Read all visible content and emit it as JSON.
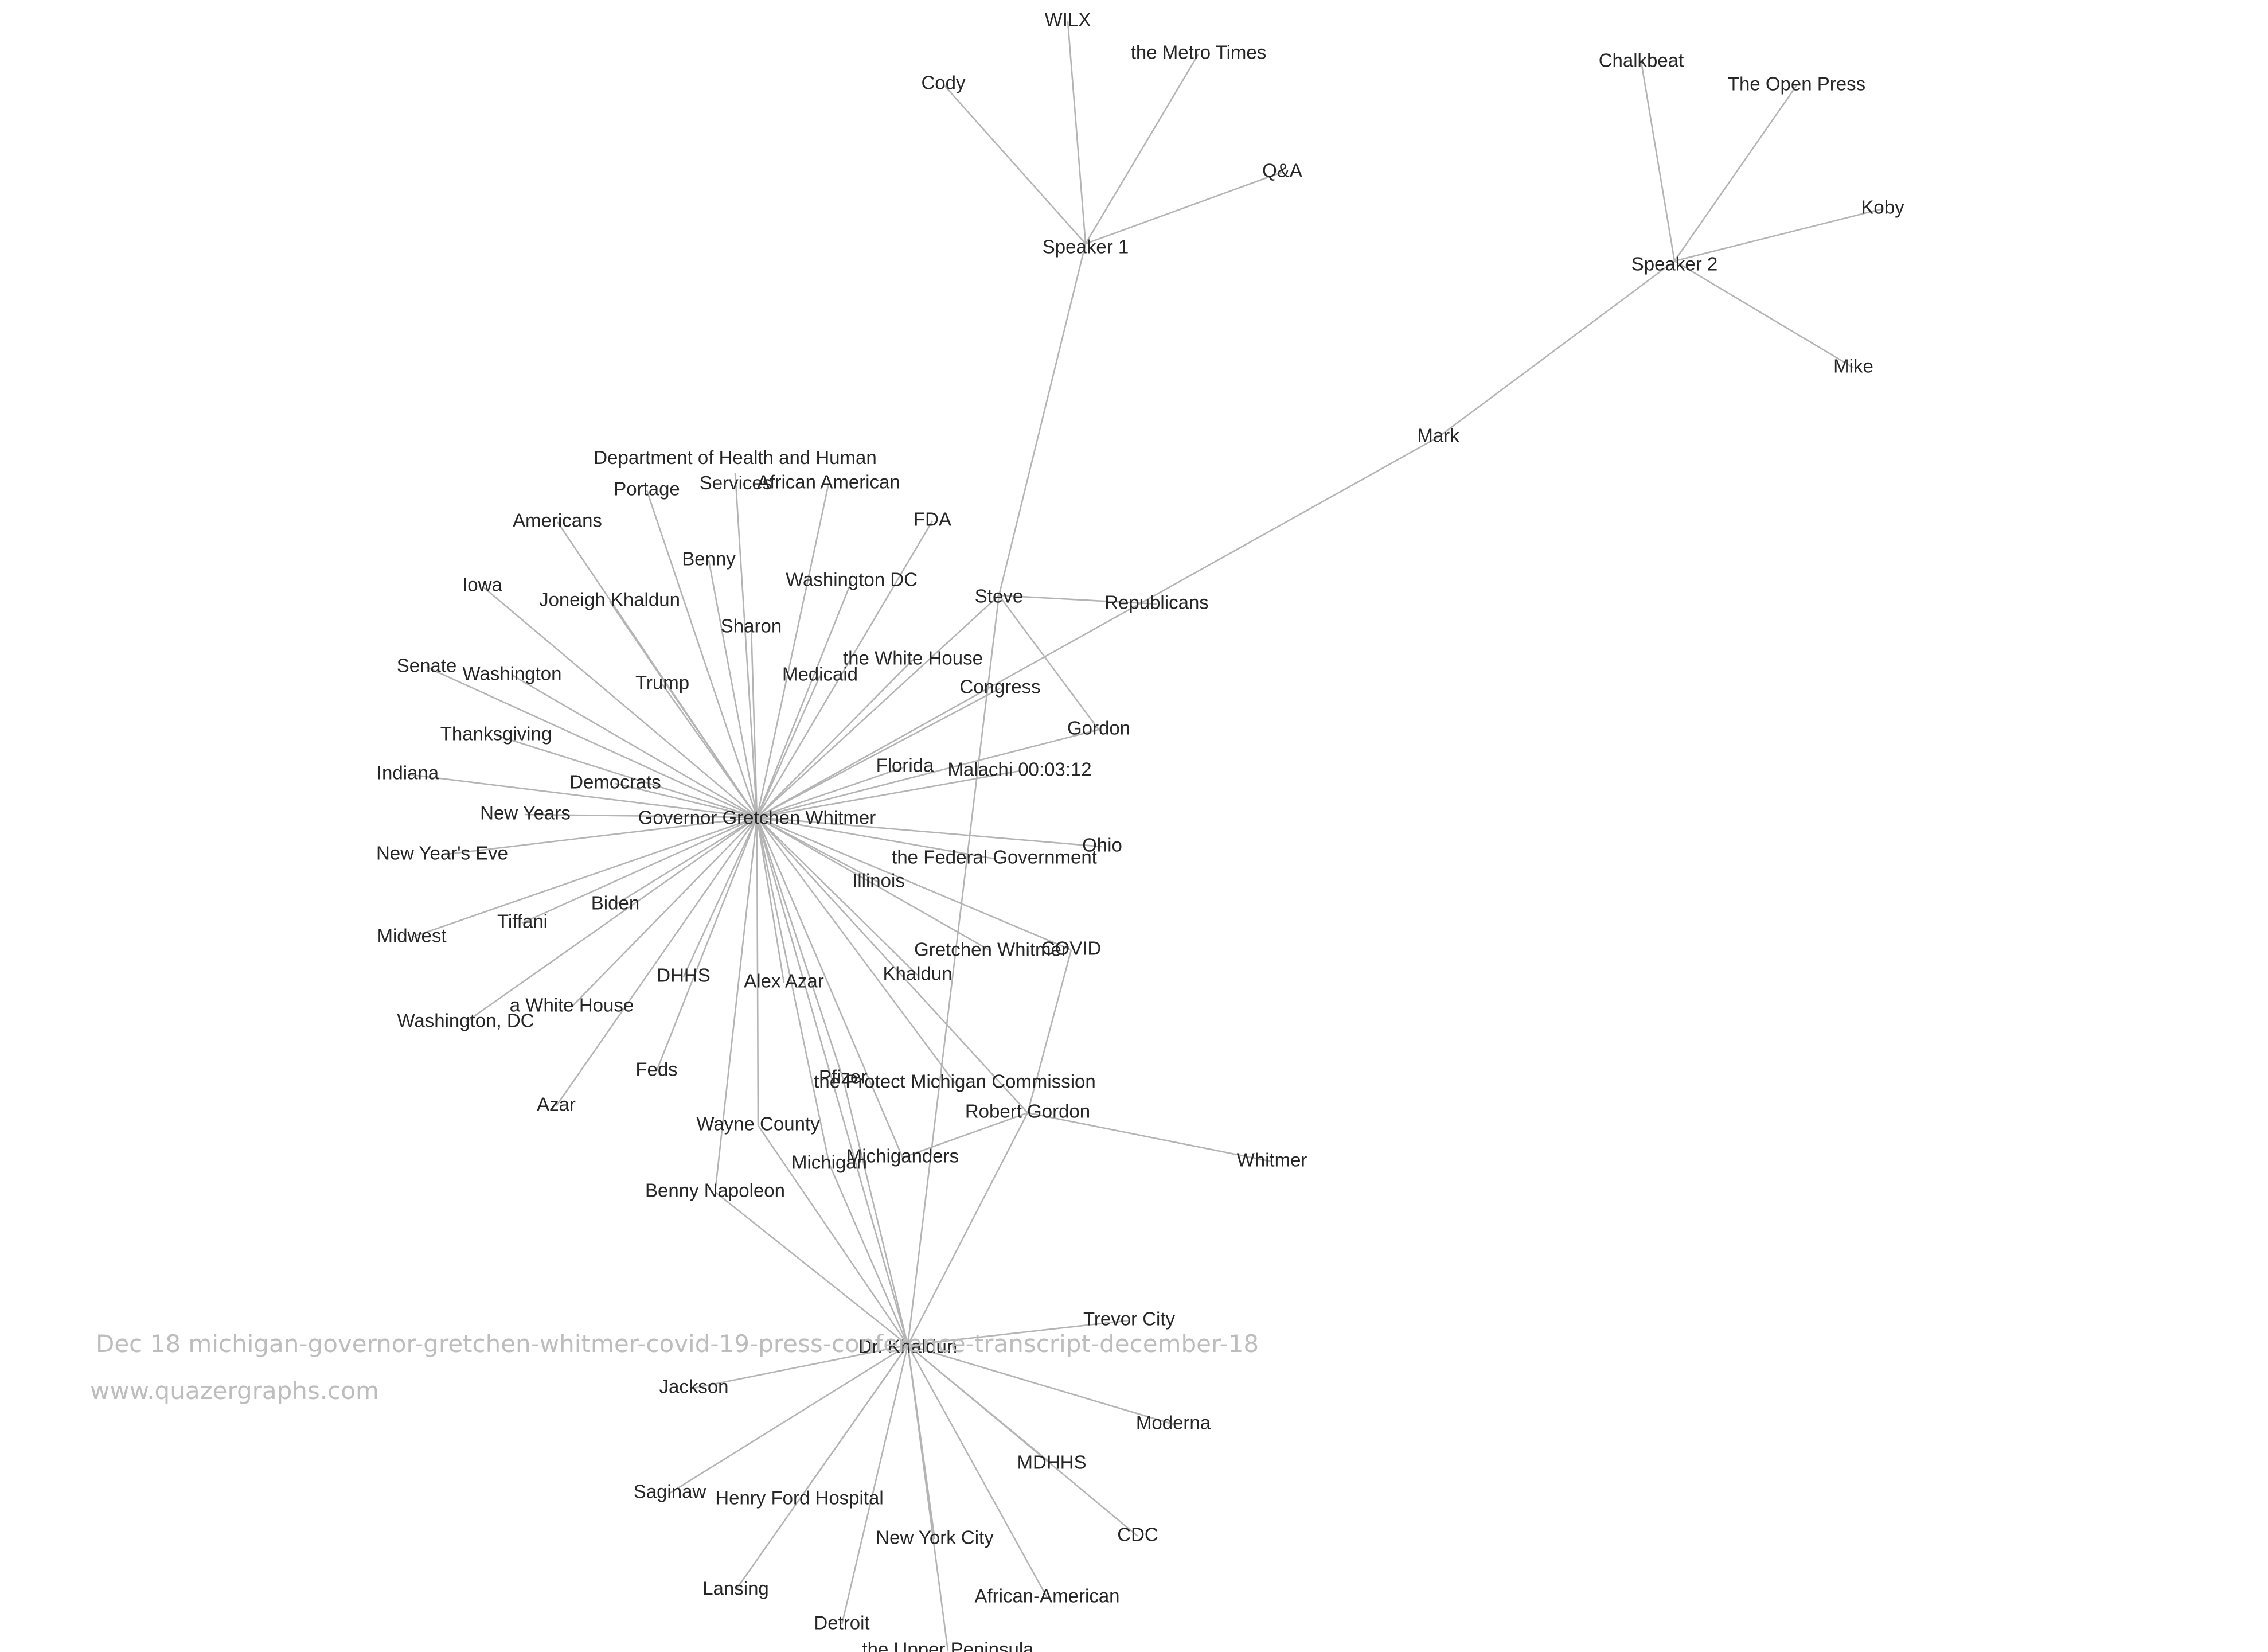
{
  "caption": "Dec 18 michigan-governor-gretchen-whitmer-covid-19-press-conference-transcript-december-18",
  "site": "www.quazergraphs.com",
  "colors": {
    "edge": "#b4b4b4",
    "label": "#262626",
    "watermark": "#bdbdbd",
    "background": "#ffffff"
  },
  "nodes": [
    {
      "id": "gov",
      "label": "Governor Gretchen Whitmer"
    },
    {
      "id": "khaldun",
      "label": "Dr. Khaldun"
    },
    {
      "id": "sp1",
      "label": "Speaker 1"
    },
    {
      "id": "sp2",
      "label": "Speaker 2"
    },
    {
      "id": "steve",
      "label": "Steve"
    },
    {
      "id": "mark",
      "label": "Mark"
    },
    {
      "id": "robert",
      "label": "Robert Gordon"
    },
    {
      "id": "wilx",
      "label": "WILX"
    },
    {
      "id": "metro",
      "label": "the Metro Times"
    },
    {
      "id": "cody",
      "label": "Cody"
    },
    {
      "id": "qa",
      "label": "Q&A"
    },
    {
      "id": "chalkbeat",
      "label": "Chalkbeat"
    },
    {
      "id": "openpress",
      "label": "The Open Press"
    },
    {
      "id": "koby",
      "label": "Koby"
    },
    {
      "id": "mike",
      "label": "Mike"
    },
    {
      "id": "republicans",
      "label": "Republicans"
    },
    {
      "id": "gordon",
      "label": "Gordon"
    },
    {
      "id": "congress",
      "label": "Congress"
    },
    {
      "id": "dhhs_full",
      "label": "Department of Health and Human Services"
    },
    {
      "id": "portage",
      "label": "Portage"
    },
    {
      "id": "afam",
      "label": "African American"
    },
    {
      "id": "fda",
      "label": "FDA"
    },
    {
      "id": "americans",
      "label": "Americans"
    },
    {
      "id": "benny",
      "label": "Benny"
    },
    {
      "id": "wdc",
      "label": "Washington DC"
    },
    {
      "id": "iowa",
      "label": "Iowa"
    },
    {
      "id": "joneigh",
      "label": "Joneigh Khaldun"
    },
    {
      "id": "sharon",
      "label": "Sharon"
    },
    {
      "id": "whitehouse",
      "label": "the White House"
    },
    {
      "id": "senate",
      "label": "Senate"
    },
    {
      "id": "washington",
      "label": "Washington"
    },
    {
      "id": "trump",
      "label": "Trump"
    },
    {
      "id": "medicaid",
      "label": "Medicaid"
    },
    {
      "id": "thanksgiving",
      "label": "Thanksgiving"
    },
    {
      "id": "indiana",
      "label": "Indiana"
    },
    {
      "id": "democrats",
      "label": "Democrats"
    },
    {
      "id": "florida",
      "label": "Florida"
    },
    {
      "id": "malachi",
      "label": "Malachi 00:03:12"
    },
    {
      "id": "newyears",
      "label": "New Years"
    },
    {
      "id": "nye",
      "label": "New Year's Eve"
    },
    {
      "id": "ohio",
      "label": "Ohio"
    },
    {
      "id": "fedgov",
      "label": "the Federal Government"
    },
    {
      "id": "illinois",
      "label": "Illinois"
    },
    {
      "id": "midwest",
      "label": "Midwest"
    },
    {
      "id": "tiffani",
      "label": "Tiffani"
    },
    {
      "id": "biden",
      "label": "Biden"
    },
    {
      "id": "covid",
      "label": "COVID"
    },
    {
      "id": "gretchen",
      "label": "Gretchen Whitmer"
    },
    {
      "id": "khaldun2",
      "label": "Khaldun"
    },
    {
      "id": "dhhs",
      "label": "DHHS"
    },
    {
      "id": "alexazar",
      "label": "Alex Azar"
    },
    {
      "id": "awh",
      "label": "a White House"
    },
    {
      "id": "washdc2",
      "label": "Washington, DC"
    },
    {
      "id": "feds",
      "label": "Feds"
    },
    {
      "id": "azar",
      "label": "Azar"
    },
    {
      "id": "pfizer",
      "label": "Pfizer"
    },
    {
      "id": "pmc",
      "label": "the Protect Michigan Commission"
    },
    {
      "id": "wayne",
      "label": "Wayne County"
    },
    {
      "id": "michigan",
      "label": "Michigan"
    },
    {
      "id": "michiganders",
      "label": "Michiganders"
    },
    {
      "id": "whitmer",
      "label": "Whitmer"
    },
    {
      "id": "bennynap",
      "label": "Benny Napoleon"
    },
    {
      "id": "trevor",
      "label": "Trevor City"
    },
    {
      "id": "jackson",
      "label": "Jackson"
    },
    {
      "id": "moderna",
      "label": "Moderna"
    },
    {
      "id": "mdhhs",
      "label": "MDHHS"
    },
    {
      "id": "saginaw",
      "label": "Saginaw"
    },
    {
      "id": "hfh",
      "label": "Henry Ford Hospital"
    },
    {
      "id": "cdc",
      "label": "CDC"
    },
    {
      "id": "nyc",
      "label": "New York City"
    },
    {
      "id": "lansing",
      "label": "Lansing"
    },
    {
      "id": "afam2",
      "label": "African-American"
    },
    {
      "id": "detroit",
      "label": "Detroit"
    },
    {
      "id": "up",
      "label": "the Upper Peninsula"
    }
  ],
  "edges": [
    [
      "sp1",
      "wilx"
    ],
    [
      "sp1",
      "metro"
    ],
    [
      "sp1",
      "cody"
    ],
    [
      "sp1",
      "qa"
    ],
    [
      "sp1",
      "steve"
    ],
    [
      "sp2",
      "chalkbeat"
    ],
    [
      "sp2",
      "openpress"
    ],
    [
      "sp2",
      "koby"
    ],
    [
      "sp2",
      "mike"
    ],
    [
      "sp2",
      "mark"
    ],
    [
      "mark",
      "gov"
    ],
    [
      "steve",
      "republicans"
    ],
    [
      "steve",
      "gordon"
    ],
    [
      "steve",
      "gov"
    ],
    [
      "steve",
      "khaldun"
    ],
    [
      "gov",
      "dhhs_full"
    ],
    [
      "gov",
      "portage"
    ],
    [
      "gov",
      "afam"
    ],
    [
      "gov",
      "fda"
    ],
    [
      "gov",
      "americans"
    ],
    [
      "gov",
      "benny"
    ],
    [
      "gov",
      "wdc"
    ],
    [
      "gov",
      "iowa"
    ],
    [
      "gov",
      "joneigh"
    ],
    [
      "gov",
      "sharon"
    ],
    [
      "gov",
      "whitehouse"
    ],
    [
      "gov",
      "senate"
    ],
    [
      "gov",
      "washington"
    ],
    [
      "gov",
      "trump"
    ],
    [
      "gov",
      "medicaid"
    ],
    [
      "gov",
      "congress"
    ],
    [
      "gov",
      "gordon"
    ],
    [
      "gov",
      "thanksgiving"
    ],
    [
      "gov",
      "indiana"
    ],
    [
      "gov",
      "democrats"
    ],
    [
      "gov",
      "florida"
    ],
    [
      "gov",
      "malachi"
    ],
    [
      "gov",
      "newyears"
    ],
    [
      "gov",
      "nye"
    ],
    [
      "gov",
      "ohio"
    ],
    [
      "gov",
      "fedgov"
    ],
    [
      "gov",
      "illinois"
    ],
    [
      "gov",
      "midwest"
    ],
    [
      "gov",
      "tiffani"
    ],
    [
      "gov",
      "biden"
    ],
    [
      "gov",
      "covid"
    ],
    [
      "gov",
      "gretchen"
    ],
    [
      "gov",
      "khaldun2"
    ],
    [
      "gov",
      "dhhs"
    ],
    [
      "gov",
      "alexazar"
    ],
    [
      "gov",
      "awh"
    ],
    [
      "gov",
      "washdc2"
    ],
    [
      "gov",
      "feds"
    ],
    [
      "gov",
      "azar"
    ],
    [
      "gov",
      "pfizer"
    ],
    [
      "gov",
      "pmc"
    ],
    [
      "gov",
      "wayne"
    ],
    [
      "gov",
      "michigan"
    ],
    [
      "gov",
      "michiganders"
    ],
    [
      "gov",
      "robert"
    ],
    [
      "gov",
      "bennynap"
    ],
    [
      "gov",
      "khaldun"
    ],
    [
      "robert",
      "covid"
    ],
    [
      "robert",
      "whitmer"
    ],
    [
      "robert",
      "michiganders"
    ],
    [
      "robert",
      "khaldun"
    ],
    [
      "khaldun",
      "wayne"
    ],
    [
      "khaldun",
      "michigan"
    ],
    [
      "khaldun",
      "pfizer"
    ],
    [
      "khaldun",
      "bennynap"
    ],
    [
      "khaldun",
      "trevor"
    ],
    [
      "khaldun",
      "jackson"
    ],
    [
      "khaldun",
      "moderna"
    ],
    [
      "khaldun",
      "mdhhs"
    ],
    [
      "khaldun",
      "saginaw"
    ],
    [
      "khaldun",
      "hfh"
    ],
    [
      "khaldun",
      "cdc"
    ],
    [
      "khaldun",
      "nyc"
    ],
    [
      "khaldun",
      "lansing"
    ],
    [
      "khaldun",
      "afam2"
    ],
    [
      "khaldun",
      "detroit"
    ],
    [
      "khaldun",
      "up"
    ]
  ]
}
